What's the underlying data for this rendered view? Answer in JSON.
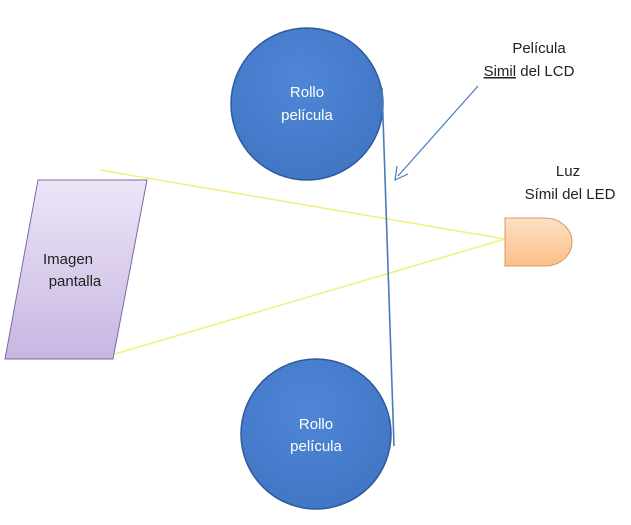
{
  "reel_top": {
    "line1": "Rollo",
    "line2": "película"
  },
  "reel_bottom": {
    "line1": "Rollo",
    "line2": "película"
  },
  "screen": {
    "line1": "Imagen",
    "line2": "pantalla"
  },
  "film_label": {
    "line1": "Película",
    "line2_prefix": "Simil",
    "line2_rest": " del LCD"
  },
  "light_label": {
    "line1": "Luz",
    "line2": "Símil del LED"
  },
  "colors": {
    "reel_fill": "#3f74c2",
    "reel_stroke": "#2e5a9a",
    "screen_fill_top": "#ece6f6",
    "screen_fill_bottom": "#c8b6e2",
    "screen_stroke": "#7a68a8",
    "beam": "#f2f07a",
    "film_strip": "#4a7bb8",
    "arrow": "#4a7bb8",
    "led_fill": "#fbbf8a",
    "led_stroke": "#d79a66"
  }
}
